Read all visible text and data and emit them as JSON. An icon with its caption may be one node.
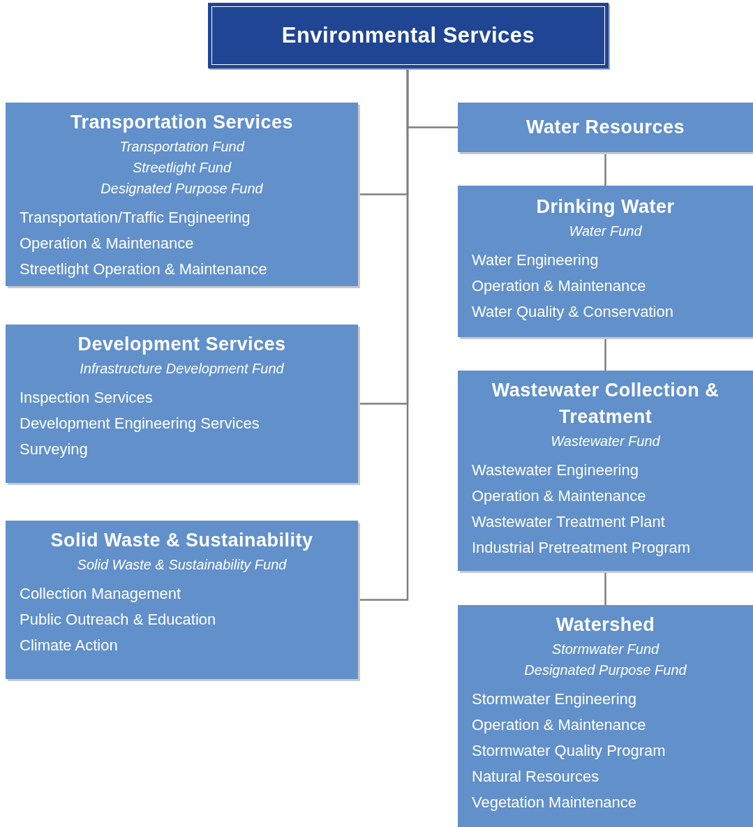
{
  "diagram": {
    "nodes": [
      {
        "text": [
          "Environmental Services"
        ]
      },
      {
        "text": [
          "Transportation Services",
          "Transportation Fund",
          "Streetlight Fund",
          "Designated Purpose Fund",
          "Transportation/Traffic Engineering",
          "Operation & Maintenance",
          "Streetlight Operation & Maintenance"
        ]
      },
      {
        "text": [
          "Development Services",
          "Infrastructure Development Fund",
          "Inspection Services",
          "Development Engineering Services",
          "Surveying"
        ]
      },
      {
        "text": [
          "Solid Waste & Sustainability",
          "Solid Waste & Sustainability Fund",
          "Collection Management",
          "Public Outreach & Education",
          "Climate Action"
        ]
      },
      {
        "text": [
          "Water Resources"
        ]
      },
      {
        "text": [
          "Drinking Water",
          "Water Fund",
          "Water Engineering",
          "Operation & Maintenance",
          "Water Quality & Conservation"
        ]
      },
      {
        "text": [
          "Wastewater Collection & Treatment",
          "Wastewater Fund",
          "Wastewater Engineering",
          "Operation & Maintenance",
          "Wastewater Treatment Plant",
          "Industrial Pretreatment Program"
        ]
      },
      {
        "text": [
          "Watershed",
          "Stormwater Fund",
          "Designated Purpose Fund",
          "Stormwater Engineering",
          "Operation & Maintenance",
          "Stormwater Quality Program",
          "Natural Resources",
          "Vegetation Maintenance"
        ]
      }
    ],
    "edges": [
      {
        "from": 0,
        "to": 1,
        "arrow": "none"
      },
      {
        "from": 0,
        "to": 2,
        "arrow": "none"
      },
      {
        "from": 0,
        "to": 3,
        "arrow": "none"
      },
      {
        "from": 0,
        "to": 4,
        "arrow": "none"
      },
      {
        "from": 4,
        "to": 5,
        "arrow": "none"
      },
      {
        "from": 5,
        "to": 6,
        "arrow": "none"
      },
      {
        "from": 6,
        "to": 7,
        "arrow": "none"
      }
    ]
  }
}
